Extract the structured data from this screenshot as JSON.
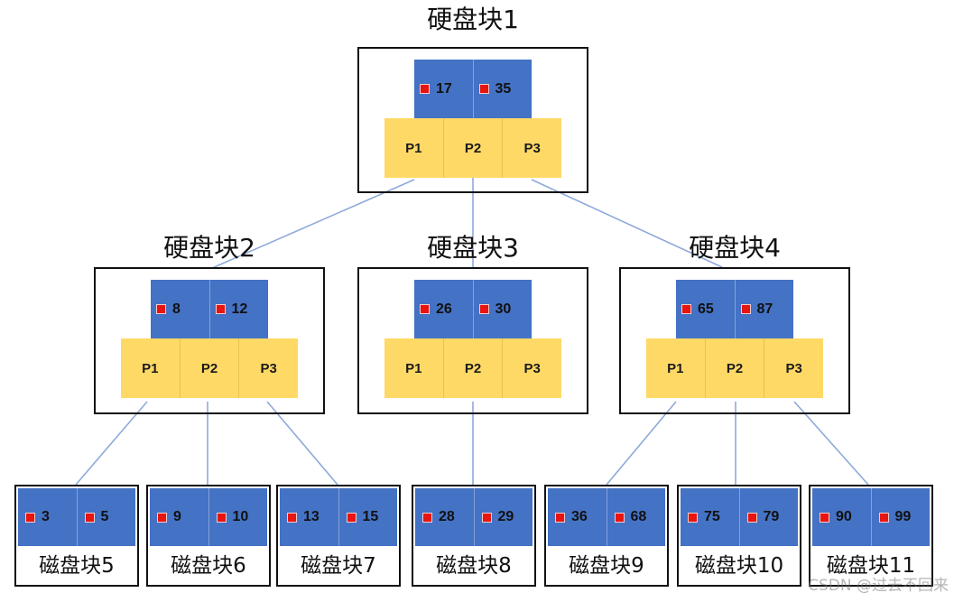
{
  "root": {
    "title": "硬盘块1",
    "keys": [
      "17",
      "35"
    ],
    "pointers": [
      "P1",
      "P2",
      "P3"
    ]
  },
  "level2": [
    {
      "title": "硬盘块2",
      "keys": [
        "8",
        "12"
      ],
      "pointers": [
        "P1",
        "P2",
        "P3"
      ]
    },
    {
      "title": "硬盘块3",
      "keys": [
        "26",
        "30"
      ],
      "pointers": [
        "P1",
        "P2",
        "P3"
      ]
    },
    {
      "title": "硬盘块4",
      "keys": [
        "65",
        "87"
      ],
      "pointers": [
        "P1",
        "P2",
        "P3"
      ]
    }
  ],
  "leaves": [
    {
      "label": "磁盘块5",
      "keys": [
        "3",
        "5"
      ]
    },
    {
      "label": "磁盘块6",
      "keys": [
        "9",
        "10"
      ]
    },
    {
      "label": "磁盘块7",
      "keys": [
        "13",
        "15"
      ]
    },
    {
      "label": "磁盘块8",
      "keys": [
        "28",
        "29"
      ]
    },
    {
      "label": "磁盘块9",
      "keys": [
        "36",
        "68"
      ]
    },
    {
      "label": "磁盘块10",
      "keys": [
        "75",
        "79"
      ]
    },
    {
      "label": "磁盘块11",
      "keys": [
        "90",
        "99"
      ]
    }
  ],
  "watermark": "CSDN @过去不回来",
  "colors": {
    "key_fill": "#4472C4",
    "pointer_fill": "#FFD966",
    "key_marker": "#E8140F",
    "edge": "#8EA9DB",
    "border": "#111111"
  }
}
